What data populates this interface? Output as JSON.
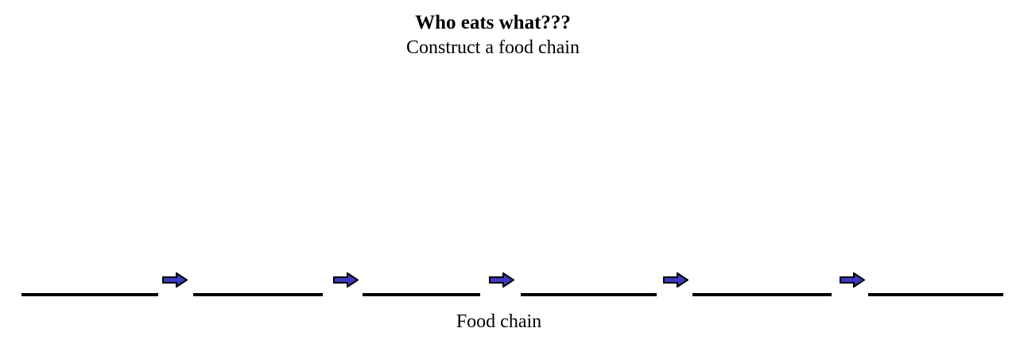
{
  "page": {
    "background": "#ffffff"
  },
  "header": {
    "title": "Who eats what???",
    "subtitle": "Construct a food chain"
  },
  "food_chain": {
    "label": "Food chain",
    "blank_count": 6,
    "arrow_count": 5,
    "arrow_fill": "#3939C2",
    "arrow_outline": "#000000",
    "line_color": "#000000"
  }
}
